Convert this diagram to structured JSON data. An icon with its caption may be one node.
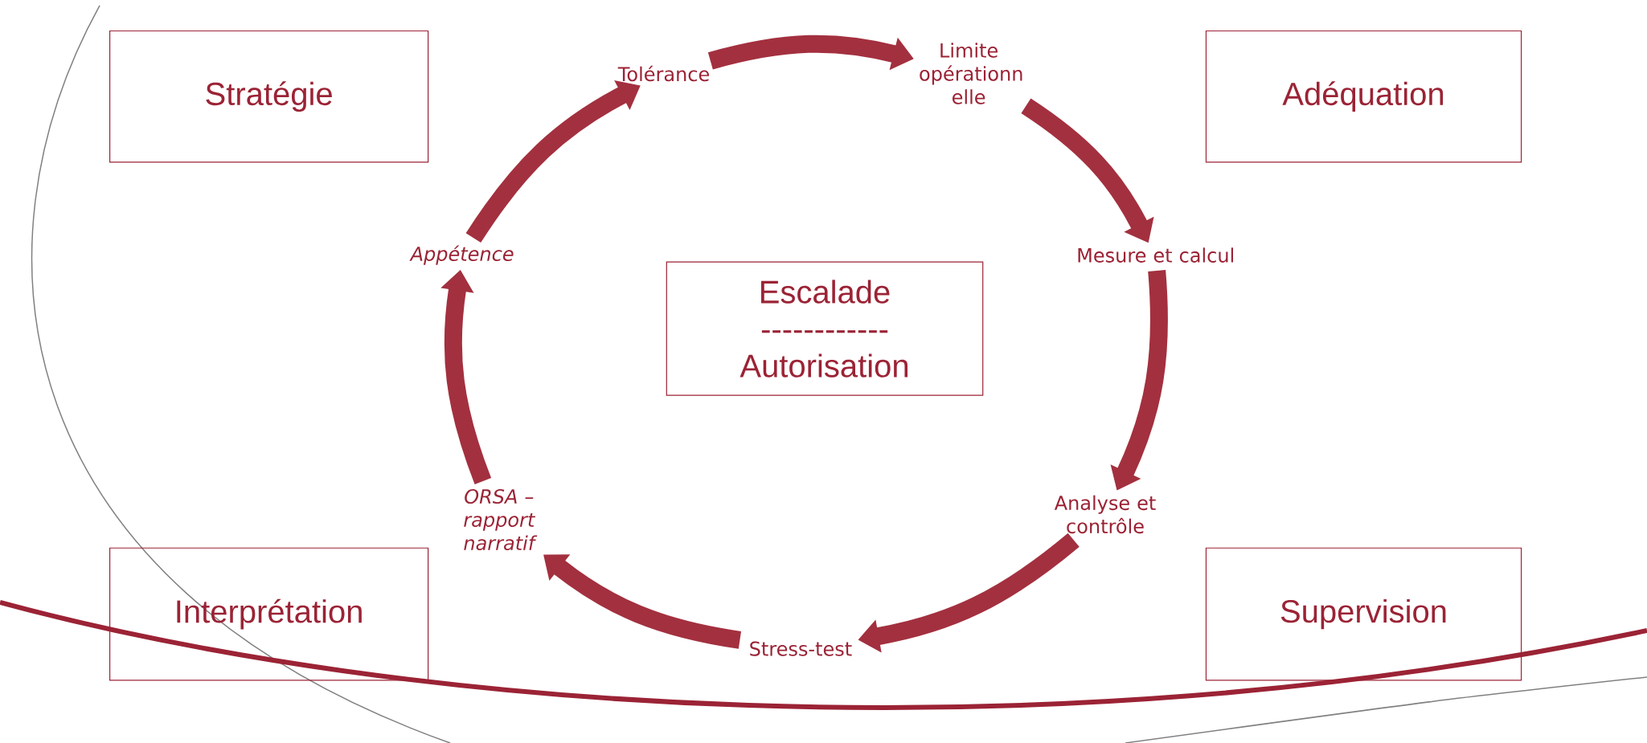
{
  "diagram": {
    "nodes": [
      {
        "text": [
          "Stratégie"
        ]
      },
      {
        "text": [
          "Adéquation"
        ]
      },
      {
        "text": [
          "Escalade",
          "------------",
          "Autorisation"
        ]
      },
      {
        "text": [
          "Interprétation"
        ]
      },
      {
        "text": [
          "Supervision"
        ]
      },
      {
        "text": [
          "Tolérance"
        ]
      },
      {
        "text": [
          "Limite opérationn elle"
        ]
      },
      {
        "text": [
          "Mesure et calcul"
        ]
      },
      {
        "text": [
          "Analyse et contrôle"
        ]
      },
      {
        "text": [
          "Stress-test"
        ]
      },
      {
        "text": [
          "ORSA – rapport narratif"
        ]
      },
      {
        "text": [
          "Appétence"
        ]
      }
    ],
    "edges": [
      {
        "from": 5,
        "to": 6,
        "arrow": "to"
      },
      {
        "from": 6,
        "to": 7,
        "arrow": "to"
      },
      {
        "from": 7,
        "to": 8,
        "arrow": "to"
      },
      {
        "from": 8,
        "to": 9,
        "arrow": "to"
      },
      {
        "from": 9,
        "to": 10,
        "arrow": "to"
      },
      {
        "from": 10,
        "to": 11,
        "arrow": "to"
      },
      {
        "from": 11,
        "to": 5,
        "arrow": "to"
      }
    ]
  }
}
